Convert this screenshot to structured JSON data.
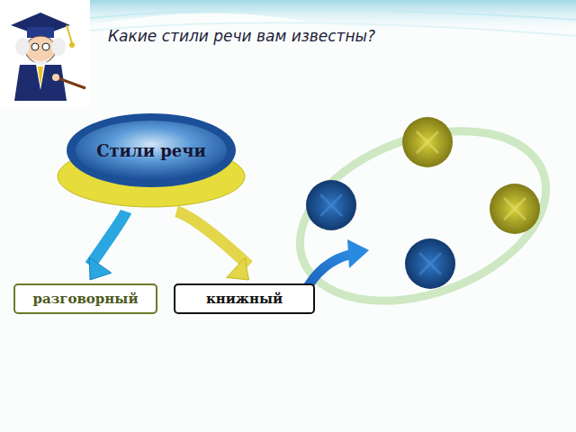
{
  "diagram": {
    "title": "Какие стили речи вам известны?",
    "nodes": [
      {
        "text": [
          "Стили речи"
        ]
      },
      {
        "text": [
          "разговорный"
        ]
      },
      {
        "text": [
          "книжный"
        ]
      }
    ],
    "edges": [
      {
        "from": 0,
        "to": 1,
        "arrow": "to"
      },
      {
        "from": 0,
        "to": 2,
        "arrow": "to"
      }
    ]
  }
}
